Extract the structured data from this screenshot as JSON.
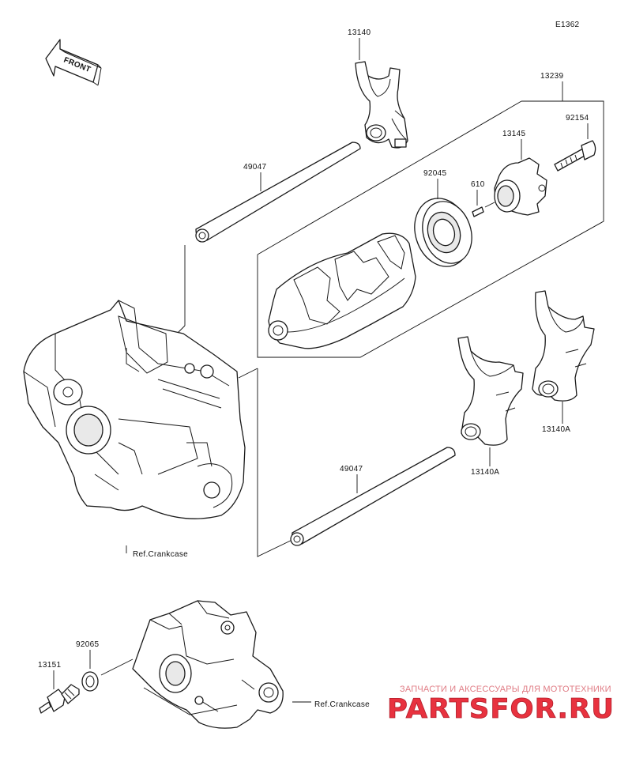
{
  "diagram_code": "E1362",
  "front_label": "FRONT",
  "parts": {
    "fork_top": "13140",
    "drum_assembly": "13239",
    "bolt": "92154",
    "drum_cap": "13145",
    "pin": "610",
    "bearing": "92045",
    "shaft_upper": "49047",
    "shaft_lower": "49047",
    "fork_middle": "13140A",
    "fork_right": "13140A",
    "washer": "92065",
    "switch": "13151"
  },
  "refs": {
    "crankcase_upper": "Ref.Crankcase",
    "crankcase_lower": "Ref.Crankcase"
  },
  "watermark": {
    "subtitle": "ЗАПЧАСТИ И АКСЕССУАРЫ ДЛЯ МОТОТЕХНИКИ",
    "logo": "PARTSFOR.RU",
    "color": "#e8323f"
  }
}
